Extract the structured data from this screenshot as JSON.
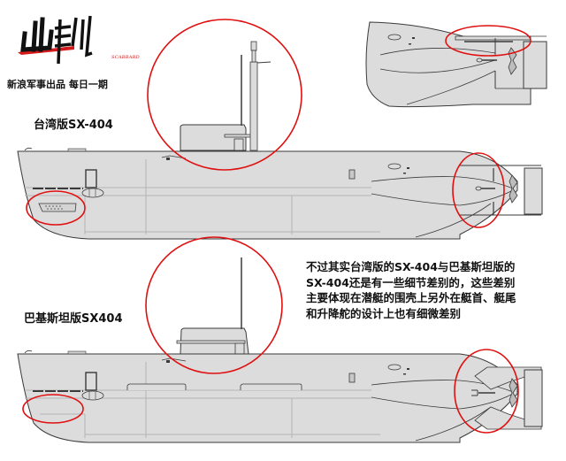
{
  "header": {
    "logo_text": "出鞘",
    "logo_subtitle": "SCABBARD",
    "tagline": "新浪军事出品 每日一期"
  },
  "variants": [
    {
      "label": "台湾版SX-404",
      "highlights": [
        "sail-and-masts",
        "bow-vent-panel",
        "stern-control-surfaces"
      ]
    },
    {
      "label": "巴基斯坦版SX404",
      "highlights": [
        "sail-and-mast",
        "bow-lower",
        "stern-control-surfaces"
      ]
    }
  ],
  "top_detail": {
    "highlights": [
      "stern-upper-rudder-brace"
    ]
  },
  "note": {
    "lines": [
      "不过其实台湾版的SX-404与巴基斯坦版的",
      "SX-404还是有一些细节差别的，这些差别",
      "主要体现在潜艇的围壳上另外在艇首、艇尾",
      "和升降舵的设计上也有细微差别"
    ]
  },
  "colors": {
    "hull_fill": "#dcdcdc",
    "hull_stroke": "#3a3a3a",
    "panel_line": "#b4b4b4",
    "highlight_circle": "#e01010",
    "logo_red": "#d41a1a",
    "text": "#111111"
  }
}
